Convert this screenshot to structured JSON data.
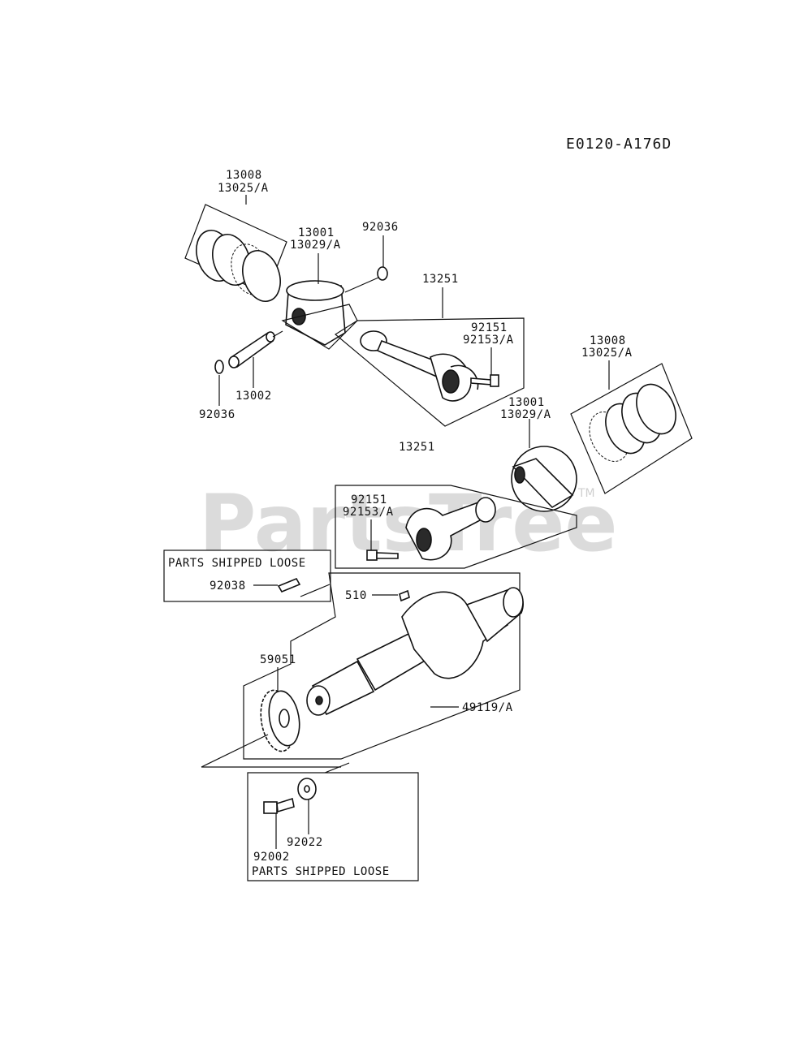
{
  "diagram_code": "E0120-A176D",
  "watermark": "PartsTree",
  "watermark_tm": "TM",
  "labels": {
    "rings_left_a": "13008",
    "rings_left_b": "13025/A",
    "piston_left_a": "13001",
    "piston_left_b": "13029/A",
    "clip_top": "92036",
    "rod_top": "13251",
    "bolt_top_a": "92151",
    "bolt_top_b": "92153/A",
    "pin": "13002",
    "clip_bottom": "92036",
    "rings_right_a": "13008",
    "rings_right_b": "13025/A",
    "piston_right_a": "13001",
    "piston_right_b": "13029/A",
    "rod_bottom": "13251",
    "bolt_mid_a": "92151",
    "bolt_mid_b": "92153/A",
    "loose_title_top": "PARTS SHIPPED LOOSE",
    "key_long": "92038",
    "key_small": "510",
    "gear": "59051",
    "crankshaft": "49119/A",
    "bolt_bottom": "92002",
    "washer": "92022",
    "loose_title_bottom": "PARTS SHIPPED LOOSE"
  }
}
